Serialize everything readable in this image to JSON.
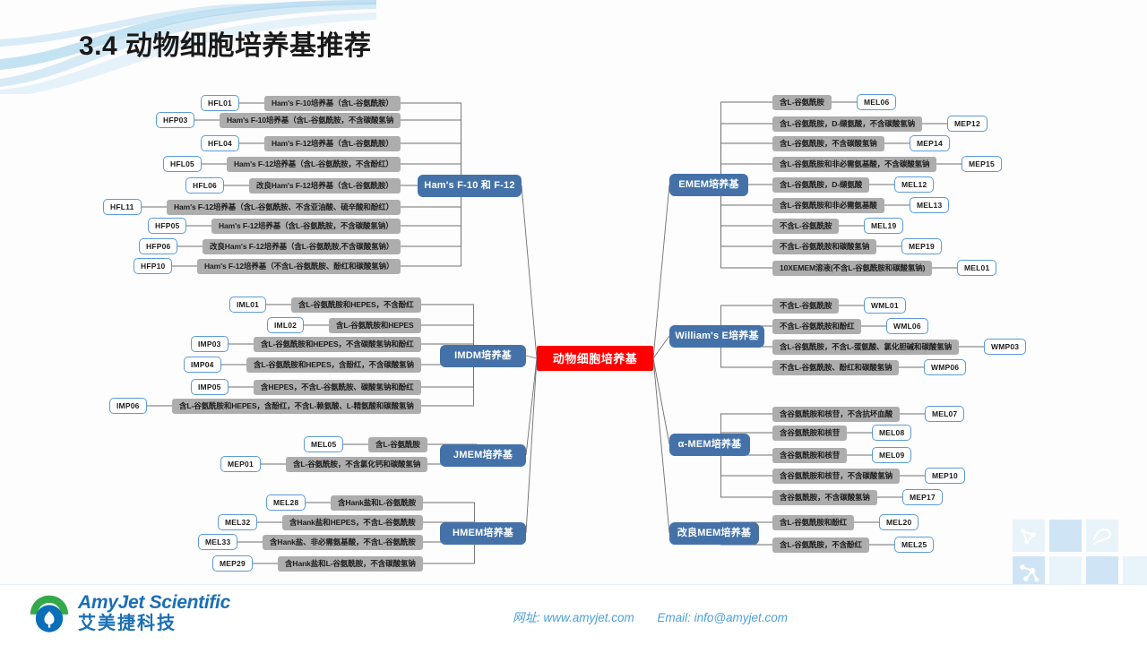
{
  "title": "3.4 动物细胞培养基推荐",
  "root": {
    "label": "动物细胞培养基",
    "color": "#fe0000"
  },
  "colors": {
    "category": "#4472a8",
    "description": "#adadad",
    "code_border": "#5b9bd5",
    "accent_blue": "#1a6fb5",
    "footer_text": "#4b9fd8"
  },
  "branches": [
    {
      "id": "hams",
      "label": "Ham's F-10 和 F-12",
      "side": "left",
      "leaves": [
        {
          "code": "HFL01",
          "desc": "Ham's F-10培养基（含L-谷氨酰胺）"
        },
        {
          "code": "HFP03",
          "desc": "Ham's F-10培养基（含L-谷氨酰胺，不含碳酸氢钠"
        },
        {
          "code": "HFL04",
          "desc": "Ham's F-12培养基（含L-谷氨酰胺）"
        },
        {
          "code": "HFL05",
          "desc": "Ham's F-12培养基（含L-谷氨酰胺，不含酚红）"
        },
        {
          "code": "HFL06",
          "desc": "改良Ham's F-12培养基（含L-谷氨酰胺）"
        },
        {
          "code": "HFL11",
          "desc": "Ham's F-12培养基（含L-谷氨酰胺、不含亚油酸、硫辛酸和酚红）"
        },
        {
          "code": "HFP05",
          "desc": "Ham's F-12培养基（含L-谷氨酰胺，不含碳酸氢钠）"
        },
        {
          "code": "HFP06",
          "desc": "改良Ham's F-12培养基（含L-谷氨酰胺,不含碳酸氢钠）"
        },
        {
          "code": "HFP10",
          "desc": "Ham's F-12培养基（不含L-谷氨酰胺、酚红和碳酸氢钠）"
        }
      ]
    },
    {
      "id": "imdm",
      "label": "IMDM培养基",
      "side": "left",
      "leaves": [
        {
          "code": "IML01",
          "desc": "含L-谷氨酰胺和HEPES，不含酚红"
        },
        {
          "code": "IML02",
          "desc": "含L-谷氨酰胺和HEPES"
        },
        {
          "code": "IMP03",
          "desc": "含L-谷氨酰胺和HEPES，不含碳酸氢钠和酚红"
        },
        {
          "code": "IMP04",
          "desc": "含L-谷氨酰胺和HEPES，含酚红，不含碳酸氢钠"
        },
        {
          "code": "IMP05",
          "desc": "含HEPES，不含L-谷氨酰胺、碳酸氢钠和酚红"
        },
        {
          "code": "IMP06",
          "desc": "含L-谷氨酰胺和HEPES，含酚红，不含L-赖氨酸、L-精氨酸和碳酸氢钠"
        }
      ]
    },
    {
      "id": "jmem",
      "label": "JMEM培养基",
      "side": "left",
      "leaves": [
        {
          "code": "MEL05",
          "desc": "含L-谷氨酰胺"
        },
        {
          "code": "MEP01",
          "desc": "含L-谷氨酰胺，不含氯化钙和碳酸氢钠"
        }
      ]
    },
    {
      "id": "hmem",
      "label": "HMEM培养基",
      "side": "left",
      "leaves": [
        {
          "code": "MEL28",
          "desc": "含Hank盐和L-谷氨酰胺"
        },
        {
          "code": "MEL32",
          "desc": "含Hank盐和HEPES，不含L-谷氨酰胺"
        },
        {
          "code": "MEL33",
          "desc": "含Hank盐、非必需氨基酸，不含L-谷氨酰胺"
        },
        {
          "code": "MEP29",
          "desc": "含Hank盐和L-谷氨酰胺，不含碳酸氢钠"
        }
      ]
    },
    {
      "id": "emem",
      "label": "EMEM培养基",
      "side": "right",
      "leaves": [
        {
          "code": "MEL06",
          "desc": "含L-谷氨酰胺"
        },
        {
          "code": "MEP12",
          "desc": "含L-谷氨酰胺，D-缬氨酸，不含碳酸氢钠"
        },
        {
          "code": "MEP14",
          "desc": "含L-谷氨酰胺，不含碳酸氢钠"
        },
        {
          "code": "MEP15",
          "desc": "含L-谷氨酰胺和非必需氨基酸，不含碳酸氢钠"
        },
        {
          "code": "MEL12",
          "desc": "含L-谷氨酰胺，D-缬氨酸"
        },
        {
          "code": "MEL13",
          "desc": "含L-谷氨酰胺和非必需氨基酸"
        },
        {
          "code": "MEL19",
          "desc": "不含L-谷氨酰胺"
        },
        {
          "code": "MEP19",
          "desc": "不含L-谷氨酰胺和碳酸氢钠"
        },
        {
          "code": "MEL01",
          "desc": "10XEMEM溶液(不含L-谷氨酰胺和碳酸氢钠)"
        }
      ]
    },
    {
      "id": "williams",
      "label": "William's E培养基",
      "side": "right",
      "leaves": [
        {
          "code": "WML01",
          "desc": "不含L-谷氨酰胺"
        },
        {
          "code": "WML06",
          "desc": "不含L-谷氨酰胺和酚红"
        },
        {
          "code": "WMP03",
          "desc": "含L-谷氨酰胺，不含L-蛋氨酸、氯化胆碱和碳酸氢钠"
        },
        {
          "code": "WMP06",
          "desc": "不含L-谷氨酰胺、酚红和碳酸氢钠"
        }
      ]
    },
    {
      "id": "amem",
      "label": "α-MEM培养基",
      "side": "right",
      "leaves": [
        {
          "code": "MEL07",
          "desc": "含谷氨酰胺和核苷，不含抗坏血酸"
        },
        {
          "code": "MEL08",
          "desc": "含谷氨酰胺和核苷"
        },
        {
          "code": "MEL09",
          "desc": "含谷氨酰胺和核苷"
        },
        {
          "code": "MEP10",
          "desc": "含谷氨酰胺和核苷，不含碳酸氢钠"
        },
        {
          "code": "MEP17",
          "desc": "含谷氨酰胺，不含碳酸氢钠"
        }
      ]
    },
    {
      "id": "modmem",
      "label": "改良MEM培养基",
      "side": "right",
      "leaves": [
        {
          "code": "MEL20",
          "desc": "含L-谷氨酰胺和酚红"
        },
        {
          "code": "MEL25",
          "desc": "含L-谷氨酰胺，不含酚红"
        }
      ]
    }
  ],
  "footer": {
    "logo_en": "AmyJet Scientific",
    "logo_cn": "艾美捷科技",
    "website": "网址: www.amyjet.com",
    "email": "Email: info@amyjet.com"
  }
}
